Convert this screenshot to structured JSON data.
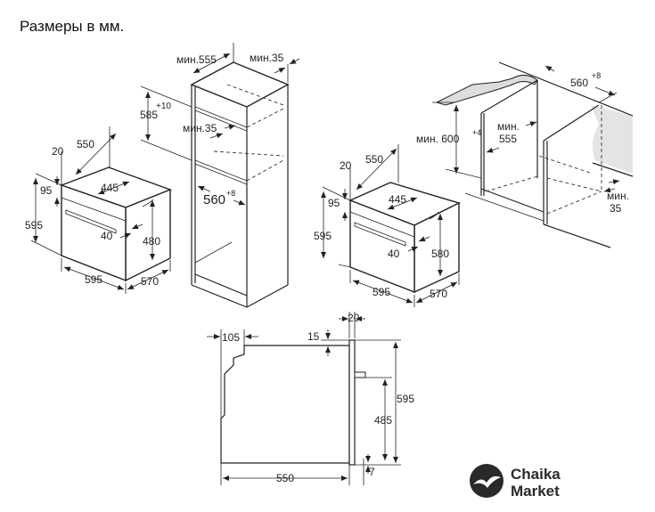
{
  "title": "Размеры в мм.",
  "oven_left": {
    "depth_top": "550",
    "door": "20",
    "top_offset": "95",
    "height": "595",
    "inner_width": "445",
    "handle": "40",
    "inner_height": "480",
    "width": "595",
    "depth": "570"
  },
  "tall_cabinet": {
    "min_depth": "мин.555",
    "min_gap_back": "мин.35",
    "niche_height": "585",
    "niche_height_tol": "+10",
    "min_gap_mid": "мин.35",
    "niche_width": "560",
    "niche_width_tol": "+8"
  },
  "oven_right": {
    "depth_top": "550",
    "door": "20",
    "top_offset": "95",
    "height": "595",
    "inner_width": "445",
    "handle": "40",
    "inner_height": "580",
    "width": "595",
    "depth": "570"
  },
  "undercounter": {
    "min_height": "мин. 600",
    "min_height_tol": "+4",
    "min_depth_1": "мин.",
    "min_depth_2": "555",
    "niche_width": "560",
    "niche_width_tol": "+8",
    "min_gap_1": "мин.",
    "min_gap_2": "35"
  },
  "side_view": {
    "back_offset": "105",
    "top_gap": "15",
    "door": "20",
    "height": "595",
    "inner_height": "485",
    "depth": "550",
    "bottom_gap": "7"
  },
  "logo": {
    "line1": "Chaika",
    "line2": "Market",
    "color": "#2a2a2a"
  }
}
